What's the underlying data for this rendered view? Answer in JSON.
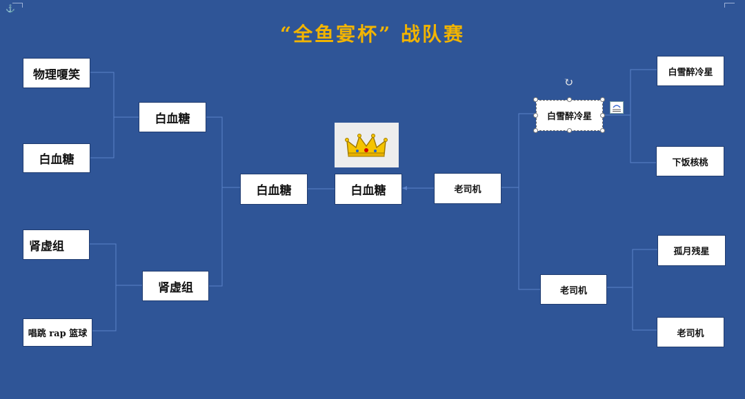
{
  "title": "“全鱼宴杯” 战队赛",
  "bracket": {
    "left_r1": [
      "物理嗄笑",
      "白血糖",
      "肾虚组",
      "唱跳 rap 篮球"
    ],
    "left_r2": [
      "白血糖",
      "肾虚组"
    ],
    "left_final": "白血糖",
    "champion": "白血糖",
    "right_final": "老司机",
    "right_r2": [
      "白雪醉冷星",
      "老司机"
    ],
    "right_r1": [
      "白雪醉冷星",
      "下饭核桃",
      "孤月残星",
      "老司机"
    ]
  },
  "icons": {
    "champion": "crown-icon",
    "rotate": "rotate-handle-icon",
    "layout": "layout-options-icon",
    "anchor": "anchor-icon"
  },
  "colors": {
    "background": "#2f5597",
    "title": "#f2b400",
    "line": "#5b82c9"
  }
}
